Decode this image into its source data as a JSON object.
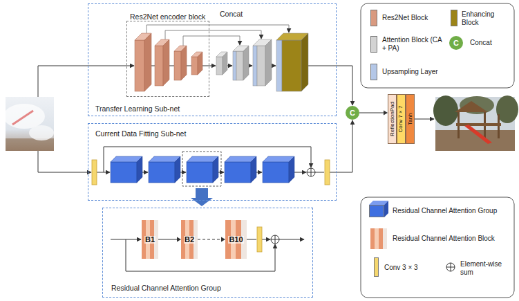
{
  "diagram": {
    "nodes": [
      {
        "text": [
          "Transfer Learning Sub-net"
        ]
      },
      {
        "text": [
          "Res2Net encoder block"
        ],
        "in": 0
      },
      {
        "text": [
          "C"
        ]
      },
      {
        "text": [
          "ReflectionPad"
        ]
      },
      {
        "text": [
          "Conv 7 × 7"
        ]
      },
      {
        "text": [
          "Tanh"
        ]
      },
      {
        "text": [
          "Current Data Fitting Sub-net"
        ]
      },
      {
        "text": [
          "Residual Channel Attention Group"
        ]
      },
      {
        "text": [
          "B1"
        ],
        "in": 7
      },
      {
        "text": [
          "B2"
        ],
        "in": 7
      },
      {
        "text": [
          "B10"
        ],
        "in": 7
      }
    ],
    "edges": [
      {
        "from": 8,
        "to": 9,
        "arrow": "to"
      },
      {
        "from": 9,
        "to": 10,
        "arrow": "to"
      },
      {
        "from": 2,
        "to": 3,
        "arrow": "to"
      }
    ],
    "labels": [
      "Concat",
      "C"
    ],
    "legend": [
      {
        "text": "Res2Net Block",
        "color": "#d99a80"
      },
      {
        "text": "Enhancing Block",
        "color": "#9c8418"
      },
      {
        "text": "Attention Block (CA + PA)",
        "color": "#d3d3d3"
      },
      {
        "text": "Concat"
      },
      {
        "text": "Upsampling Layer",
        "color": "#b4c7e7"
      },
      {
        "text": "Residual Channel Attention Group",
        "color": "#3f6fe0"
      },
      {
        "text": "Residual Channel Attention Block"
      },
      {
        "text": "Conv 3 × 3",
        "color": "#f5d76e"
      },
      {
        "text": "Element-wise sum"
      }
    ]
  }
}
